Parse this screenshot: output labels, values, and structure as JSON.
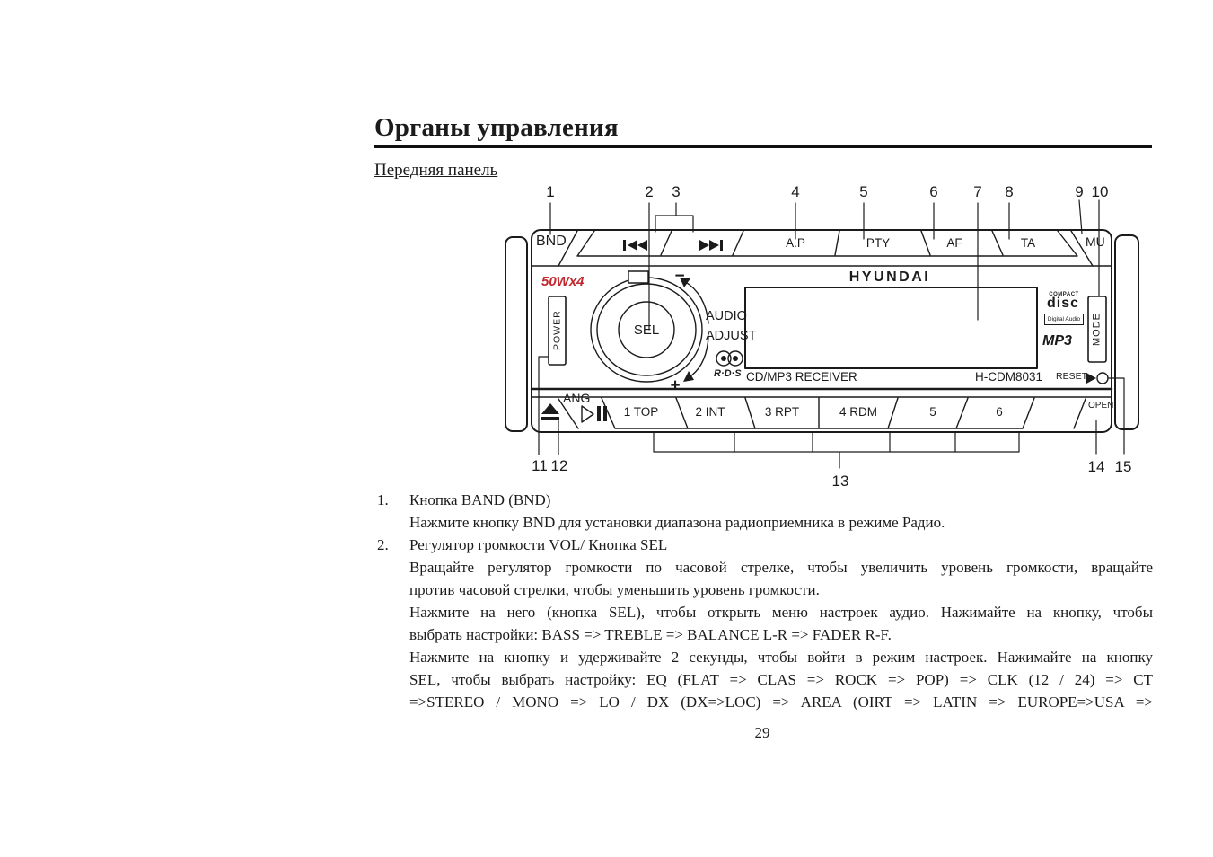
{
  "page": {
    "title": "Органы управления",
    "subtitle": "Передняя панель",
    "page_number": "29"
  },
  "colors": {
    "ink": "#1b1b1b",
    "accent": "#c1272d",
    "paper": "#ffffff"
  },
  "diagram": {
    "callouts": {
      "top": [
        "1",
        "2",
        "3",
        "4",
        "5",
        "6",
        "7",
        "8",
        "9",
        "10"
      ],
      "bottom": [
        "11",
        "12",
        "13",
        "14",
        "15"
      ]
    },
    "labels": {
      "bnd": "BND",
      "ap": "A.P",
      "pty": "PTY",
      "af": "AF",
      "ta": "TA",
      "mu": "MU",
      "power_rating": "50Wx4",
      "power": "POWER",
      "sel": "SEL",
      "audio": "AUDIO",
      "adjust": "ADJUST",
      "rds": "R·D·S",
      "brand": "HYUNDAI",
      "receiver": "CD/MP3 RECEIVER",
      "model": "H-CDM8031",
      "compact": "COMPACT",
      "disc": "disc",
      "digital_audio": "Digital Audio",
      "mp3": "MP3",
      "mode": "MODE",
      "reset": "RESET",
      "ang": "ANG",
      "open": "OPEN",
      "preset1": "1 TOP",
      "preset2": "2 INT",
      "preset3": "3 RPT",
      "preset4": "4 RDM",
      "preset5": "5",
      "preset6": "6",
      "minus": "−",
      "plus": "+"
    },
    "icons": [
      "prev-track-icon",
      "next-track-icon",
      "eject-icon",
      "play-pause-icon",
      "reset-arrow-icon",
      "rds-icon"
    ]
  },
  "content": {
    "item1": {
      "num": "1.",
      "head": "Кнопка BAND (BND)",
      "lines": [
        "Нажмите кнопку BND для установки диапазона радиоприемника в режиме Радио."
      ]
    },
    "item2": {
      "num": "2.",
      "head": "Регулятор громкости VOL/ Кнопка SEL",
      "lines": [
        "Вращайте регулятор громкости по часовой стрелке, чтобы увеличить уровень громкости, вращайте",
        "против часовой стрелки, чтобы уменьшить уровень громкости.",
        "Нажмите на него (кнопка SEL), чтобы открыть меню настроек аудио. Нажимайте на кнопку, чтобы",
        "выбрать настройки: BASS => TREBLE => BALANCE L-R => FADER R-F.",
        "Нажмите на кнопку и удерживайте 2 секунды, чтобы войти в режим настроек. Нажимайте на кнопку",
        "SEL, чтобы выбрать настройку: EQ (FLAT => CLAS => ROCK => POP) => CLK (12 / 24) => CT",
        "=>STEREO / MONO => LO / DX (DX=>LOC) => AREA (OIRT => LATIN => EUROPE=>USA =>"
      ]
    }
  }
}
